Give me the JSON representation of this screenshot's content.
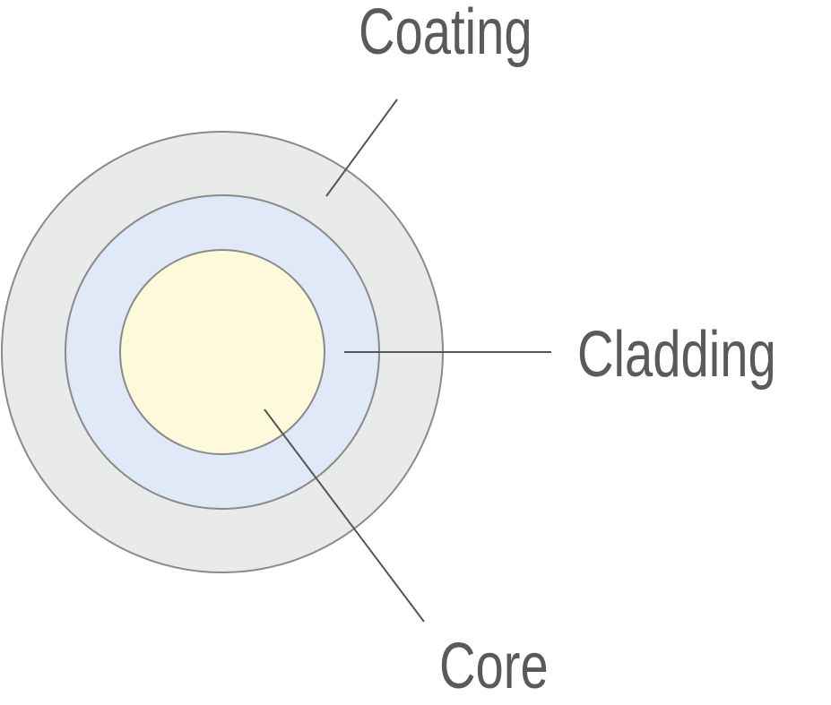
{
  "labels": {
    "coating": "Coating",
    "cladding": "Cladding",
    "core": "Core"
  },
  "colors": {
    "coating": "#e9ebea",
    "cladding": "#dfe9f7",
    "core": "#fef9db",
    "stroke": "#8a8a8a",
    "text": "#5a5a5a"
  }
}
